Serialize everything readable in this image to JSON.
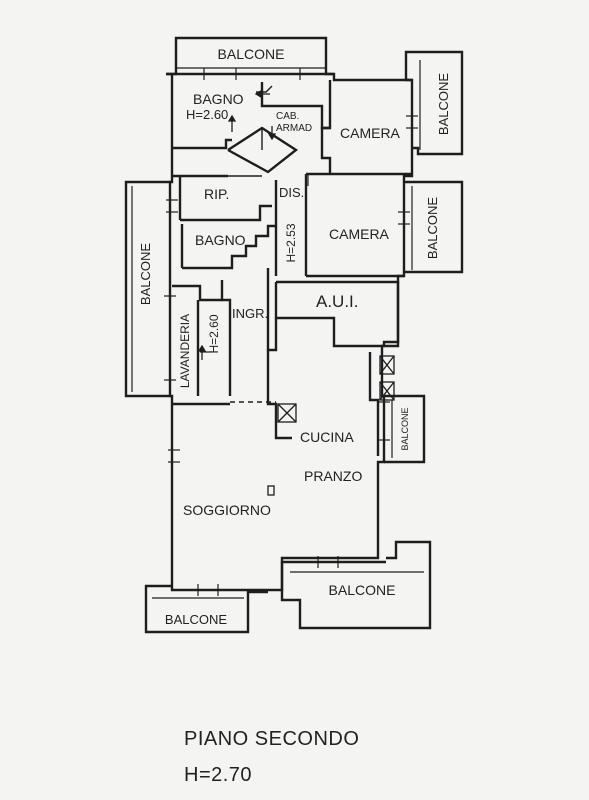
{
  "rooms": {
    "balcone_top": "BALCONE",
    "bagno_1": "BAGNO",
    "bagno_1_height": "H=2.60",
    "cab_armad_1": "CAB.",
    "cab_armad_2": "ARMAD",
    "camera_1": "CAMERA",
    "balcone_right_top": "BALCONE",
    "rip": "RIP.",
    "dis": "DIS.",
    "bagno_2": "BAGNO",
    "dis_height": "H=2.53",
    "camera_2": "CAMERA",
    "balcone_right_mid": "BALCONE",
    "balcone_left": "BALCONE",
    "aui": "A.U.I.",
    "ingr": "INGR.",
    "lavanderia": "LAVANDERIA",
    "lavanderia_height": "H=2.60",
    "balcone_right_small": "BALCONE",
    "cucina": "CUCINA",
    "pranzo": "PRANZO",
    "soggiorno": "SOGGIORNO",
    "balcone_bottom_right": "BALCONE",
    "balcone_bottom_left": "BALCONE"
  },
  "footer": {
    "title": "PIANO SECONDO",
    "height": "H=2.70"
  }
}
